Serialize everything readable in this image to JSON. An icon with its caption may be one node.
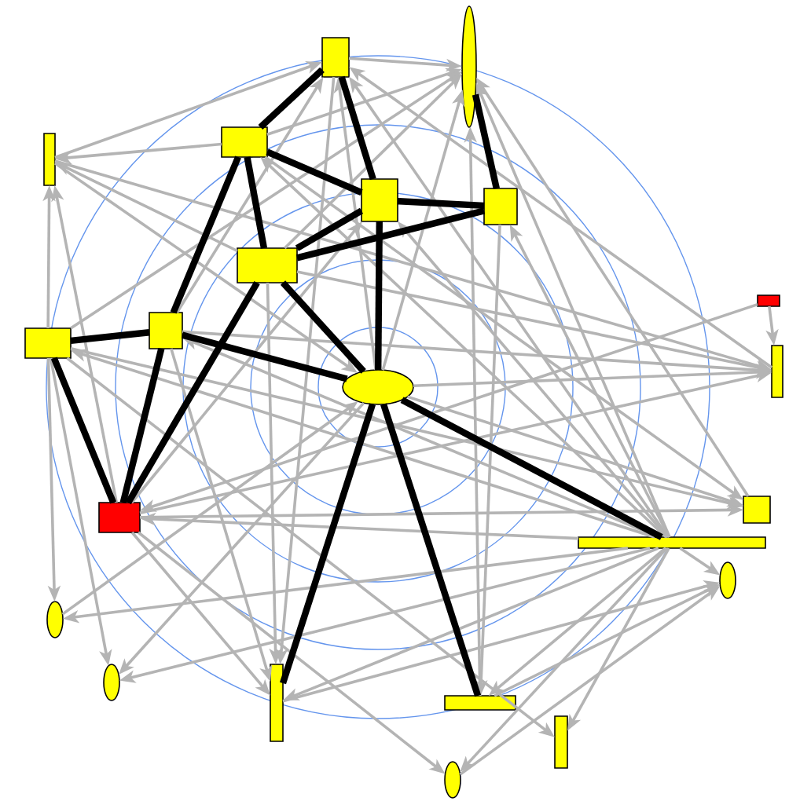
{
  "diagram": {
    "nodes": [
      {
        "text": [],
        "shape": "box"
      },
      {
        "text": [],
        "shape": "ellipse"
      },
      {
        "text": [],
        "shape": "bar"
      },
      {
        "text": [],
        "shape": "box"
      },
      {
        "text": [],
        "shape": "box"
      },
      {
        "text": [],
        "shape": "box"
      },
      {
        "text": [],
        "shape": "box"
      },
      {
        "text": [],
        "shape": "box"
      },
      {
        "text": [],
        "shape": "box"
      },
      {
        "text": [],
        "shape": "box"
      },
      {
        "text": [],
        "shape": "ellipse"
      },
      {
        "text": [],
        "shape": "bar"
      },
      {
        "text": [],
        "shape": "box"
      },
      {
        "text": [],
        "shape": "box"
      },
      {
        "text": [],
        "shape": "bar"
      },
      {
        "text": [],
        "shape": "ellipse"
      },
      {
        "text": [],
        "shape": "ellipse"
      },
      {
        "text": [],
        "shape": "ellipse"
      },
      {
        "text": [],
        "shape": "bar"
      },
      {
        "text": [],
        "shape": "bar"
      },
      {
        "text": [],
        "shape": "bar"
      },
      {
        "text": [],
        "shape": "ellipse"
      }
    ],
    "edges": [
      {
        "from": 0,
        "to": 3,
        "arrow": "none",
        "style": "thick",
        "color": "#000000"
      },
      {
        "from": 0,
        "to": 4,
        "arrow": "none",
        "style": "thick",
        "color": "#000000"
      },
      {
        "from": 1,
        "to": 5,
        "arrow": "none",
        "style": "thick",
        "color": "#000000"
      },
      {
        "from": 3,
        "to": 4,
        "arrow": "none",
        "style": "thick",
        "color": "#000000"
      },
      {
        "from": 3,
        "to": 9,
        "arrow": "none",
        "style": "thick",
        "color": "#000000"
      },
      {
        "from": 3,
        "to": 6,
        "arrow": "none",
        "style": "thick",
        "color": "#000000"
      },
      {
        "from": 4,
        "to": 5,
        "arrow": "none",
        "style": "thick",
        "color": "#000000"
      },
      {
        "from": 6,
        "to": 5,
        "arrow": "none",
        "style": "thick",
        "color": "#000000"
      },
      {
        "from": 4,
        "to": 6,
        "arrow": "none",
        "style": "thick",
        "color": "#000000"
      },
      {
        "from": 4,
        "to": 10,
        "arrow": "none",
        "style": "thick",
        "color": "#000000"
      },
      {
        "from": 6,
        "to": 12,
        "arrow": "none",
        "style": "thick",
        "color": "#000000"
      },
      {
        "from": 6,
        "to": 10,
        "arrow": "none",
        "style": "thick",
        "color": "#000000"
      },
      {
        "from": 8,
        "to": 9,
        "arrow": "none",
        "style": "thick",
        "color": "#000000"
      },
      {
        "from": 8,
        "to": 12,
        "arrow": "none",
        "style": "thick",
        "color": "#000000"
      },
      {
        "from": 9,
        "to": 12,
        "arrow": "none",
        "style": "thick",
        "color": "#000000"
      },
      {
        "from": 9,
        "to": 10,
        "arrow": "none",
        "style": "thick",
        "color": "#000000"
      },
      {
        "from": 10,
        "to": 14,
        "arrow": "none",
        "style": "thick",
        "color": "#000000"
      },
      {
        "from": 10,
        "to": 18,
        "arrow": "none",
        "style": "thick",
        "color": "#000000"
      },
      {
        "from": 10,
        "to": 19,
        "arrow": "none",
        "style": "thick",
        "color": "#000000"
      },
      {
        "from": 0,
        "to": 1,
        "arrow": "to"
      },
      {
        "from": 3,
        "to": 1,
        "arrow": "to"
      },
      {
        "from": 6,
        "to": 1,
        "arrow": "to"
      },
      {
        "from": 8,
        "to": 1,
        "arrow": "to"
      },
      {
        "from": 10,
        "to": 1,
        "arrow": "to"
      },
      {
        "from": 14,
        "to": 1,
        "arrow": "to"
      },
      {
        "from": 13,
        "to": 1,
        "arrow": "to"
      },
      {
        "from": 19,
        "to": 1,
        "arrow": "to"
      },
      {
        "from": 9,
        "to": 0,
        "arrow": "to"
      },
      {
        "from": 2,
        "to": 0,
        "arrow": "to"
      },
      {
        "from": 10,
        "to": 0,
        "arrow": "to"
      },
      {
        "from": 14,
        "to": 0,
        "arrow": "to"
      },
      {
        "from": 11,
        "to": 0,
        "arrow": "to"
      },
      {
        "from": 16,
        "to": 10,
        "arrow": "to"
      },
      {
        "from": 0,
        "to": 18,
        "arrow": "to"
      },
      {
        "from": 9,
        "to": 18,
        "arrow": "to"
      },
      {
        "from": 6,
        "to": 18,
        "arrow": "to"
      },
      {
        "from": 12,
        "to": 18,
        "arrow": "to"
      },
      {
        "from": 14,
        "to": 18,
        "arrow": "to"
      },
      {
        "from": 3,
        "to": 2,
        "arrow": "to"
      },
      {
        "from": 8,
        "to": 2,
        "arrow": "to"
      },
      {
        "from": 12,
        "to": 2,
        "arrow": "to"
      },
      {
        "from": 6,
        "to": 2,
        "arrow": "to"
      },
      {
        "from": 7,
        "to": 11,
        "arrow": "to"
      },
      {
        "from": 7,
        "to": 12,
        "arrow": "to"
      },
      {
        "from": 2,
        "to": 11,
        "arrow": "to"
      },
      {
        "from": 6,
        "to": 11,
        "arrow": "to"
      },
      {
        "from": 12,
        "to": 11,
        "arrow": "to"
      },
      {
        "from": 10,
        "to": 11,
        "arrow": "to"
      },
      {
        "from": 9,
        "to": 11,
        "arrow": "to"
      },
      {
        "from": 8,
        "to": 13,
        "arrow": "to"
      },
      {
        "from": 3,
        "to": 13,
        "arrow": "to"
      },
      {
        "from": 10,
        "to": 13,
        "arrow": "to"
      },
      {
        "from": 12,
        "to": 13,
        "arrow": "to"
      },
      {
        "from": 14,
        "to": 5,
        "arrow": "to"
      },
      {
        "from": 14,
        "to": 4,
        "arrow": "to"
      },
      {
        "from": 14,
        "to": 3,
        "arrow": "to"
      },
      {
        "from": 14,
        "to": 8,
        "arrow": "to"
      },
      {
        "from": 14,
        "to": 9,
        "arrow": "to"
      },
      {
        "from": 14,
        "to": 12,
        "arrow": "to"
      },
      {
        "from": 14,
        "to": 16,
        "arrow": "to"
      },
      {
        "from": 14,
        "to": 17,
        "arrow": "to"
      },
      {
        "from": 14,
        "to": 19,
        "arrow": "to"
      },
      {
        "from": 14,
        "to": 20,
        "arrow": "to"
      },
      {
        "from": 14,
        "to": 21,
        "arrow": "to"
      },
      {
        "from": 14,
        "to": 15,
        "arrow": "to"
      },
      {
        "from": 8,
        "to": 16,
        "arrow": "to"
      },
      {
        "from": 8,
        "to": 17,
        "arrow": "to"
      },
      {
        "from": 10,
        "to": 17,
        "arrow": "to"
      },
      {
        "from": 12,
        "to": 21,
        "arrow": "to"
      },
      {
        "from": 8,
        "to": 20,
        "arrow": "to"
      },
      {
        "from": 5,
        "to": 19,
        "arrow": "to"
      },
      {
        "from": 19,
        "to": 15,
        "arrow": "to"
      },
      {
        "from": 18,
        "to": 15,
        "arrow": "to"
      },
      {
        "from": 21,
        "to": 15,
        "arrow": "to"
      },
      {
        "from": 2,
        "to": 10,
        "arrow": "to"
      },
      {
        "from": 12,
        "to": 4,
        "arrow": "to"
      }
    ]
  }
}
